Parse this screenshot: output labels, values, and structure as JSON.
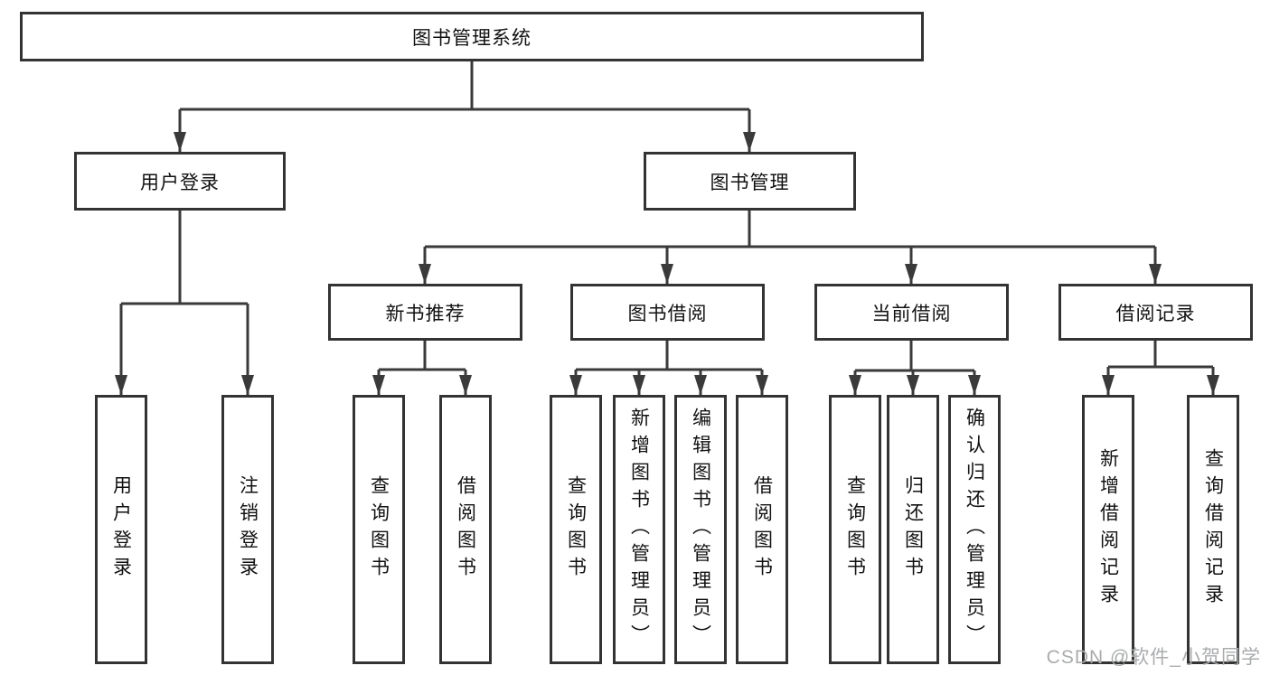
{
  "title": "图书管理系统",
  "tree": {
    "label": "图书管理系统",
    "children": [
      {
        "label": "用户登录",
        "children": [
          {
            "label": "用户登录"
          },
          {
            "label": "注销登录"
          }
        ]
      },
      {
        "label": "图书管理",
        "children": [
          {
            "label": "新书推荐",
            "children": [
              {
                "label": "查询图书"
              },
              {
                "label": "借阅图书"
              }
            ]
          },
          {
            "label": "图书借阅",
            "children": [
              {
                "label": "查询图书"
              },
              {
                "label": "新增图书（管理员）"
              },
              {
                "label": "编辑图书（管理员）"
              },
              {
                "label": "借阅图书"
              }
            ]
          },
          {
            "label": "当前借阅",
            "children": [
              {
                "label": "查询图书"
              },
              {
                "label": "归还图书"
              },
              {
                "label": "确认归还（管理员）"
              }
            ]
          },
          {
            "label": "借阅记录",
            "children": [
              {
                "label": "新增借阅记录"
              },
              {
                "label": "查询借阅记录"
              }
            ]
          }
        ]
      }
    ]
  },
  "watermark": "CSDN @软件_小贺同学",
  "colors": {
    "line": "#3a3a3a",
    "border": "#333333",
    "text": "#111111",
    "watermark": "#a9abad",
    "background": "#ffffff"
  }
}
